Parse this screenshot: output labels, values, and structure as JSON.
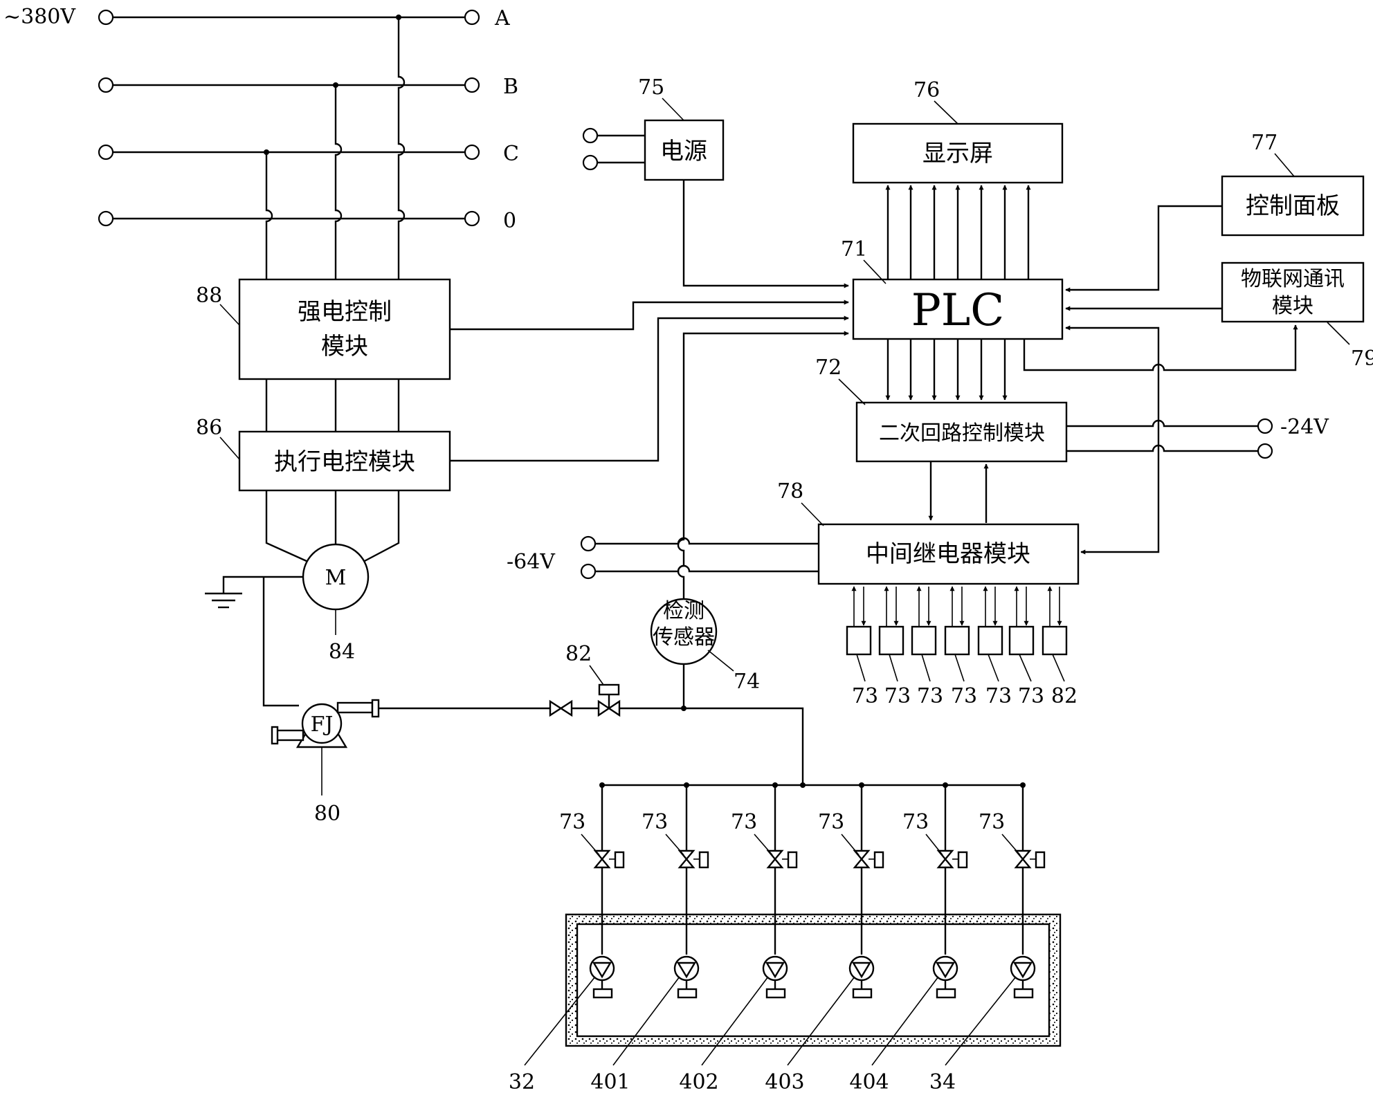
{
  "supply": {
    "voltage": "~380V",
    "phases": [
      "A",
      "B",
      "C",
      "0"
    ]
  },
  "blocks": {
    "strong_control": {
      "line1": "强电控制",
      "line2": "模块",
      "ref": "88"
    },
    "exec_control": {
      "label": "执行电控模块",
      "ref": "86"
    },
    "motor": {
      "label": "M",
      "ref": "84"
    },
    "fan": {
      "label": "FJ",
      "ref": "80"
    },
    "power": {
      "label": "电源",
      "ref": "75"
    },
    "display": {
      "label": "显示屏",
      "ref": "76"
    },
    "plc": {
      "label": "PLC",
      "ref": "71"
    },
    "control_panel": {
      "label": "控制面板",
      "ref": "77"
    },
    "iot_module": {
      "line1": "物联网通讯",
      "line2": "模块",
      "ref": "79"
    },
    "secondary_loop": {
      "label": "二次回路控制模块",
      "ref": "72"
    },
    "relay_module": {
      "label": "中间继电器模块",
      "ref": "78"
    },
    "sensor": {
      "line1": "检测",
      "line2": "传感器",
      "ref": "74"
    },
    "main_valve": {
      "ref": "82"
    }
  },
  "voltages": {
    "dc24": "-24V",
    "dc64": "-64V"
  },
  "relay_outputs": [
    "73",
    "73",
    "73",
    "73",
    "73",
    "73",
    "82"
  ],
  "branch_valves": [
    "73",
    "73",
    "73",
    "73",
    "73",
    "73"
  ],
  "nozzles": [
    "32",
    "401",
    "402",
    "403",
    "404",
    "34"
  ]
}
